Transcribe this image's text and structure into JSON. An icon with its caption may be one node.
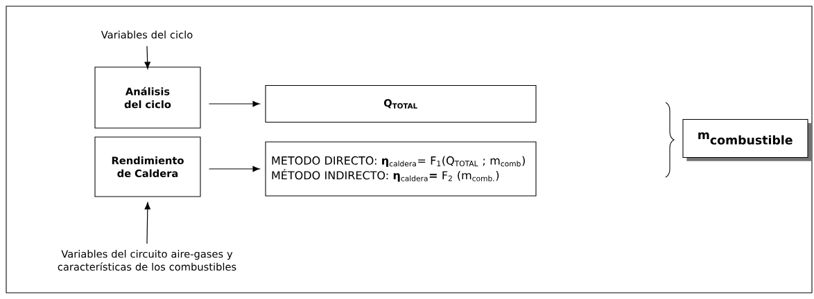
{
  "diagram": {
    "nodes": [
      {
        "text": [
          "Variables del ciclo"
        ]
      },
      {
        "text": [
          "Análisis del ciclo"
        ]
      },
      {
        "text": [
          "Q$_{TOTAL}$"
        ]
      },
      {
        "text": [
          "Rendimiento de Caldera"
        ]
      },
      {
        "text": [
          "METODO DIRECTO: **η**$_{caldera}$= F$_{1}$(Q$_{TOTAL}$ ; m$_{comb}$)",
          "MÉTODO INDIRECTO: **η**$_{caldera}$**=** F$_{2}$ (m$_{comb.}$)"
        ]
      },
      {
        "text": [
          "\\textbf{m}_{\\textbf{combustible}}"
        ]
      },
      {
        "text": [
          "Variables del circuito aire-gases y características de los combustibles"
        ]
      }
    ],
    "edges": [
      {
        "from": 0,
        "to": 1,
        "arrow": "to"
      },
      {
        "from": 1,
        "to": 2,
        "arrow": "to"
      },
      {
        "from": 3,
        "to": 4,
        "arrow": "to"
      },
      {
        "from": 6,
        "to": 3,
        "arrow": "to"
      }
    ]
  }
}
